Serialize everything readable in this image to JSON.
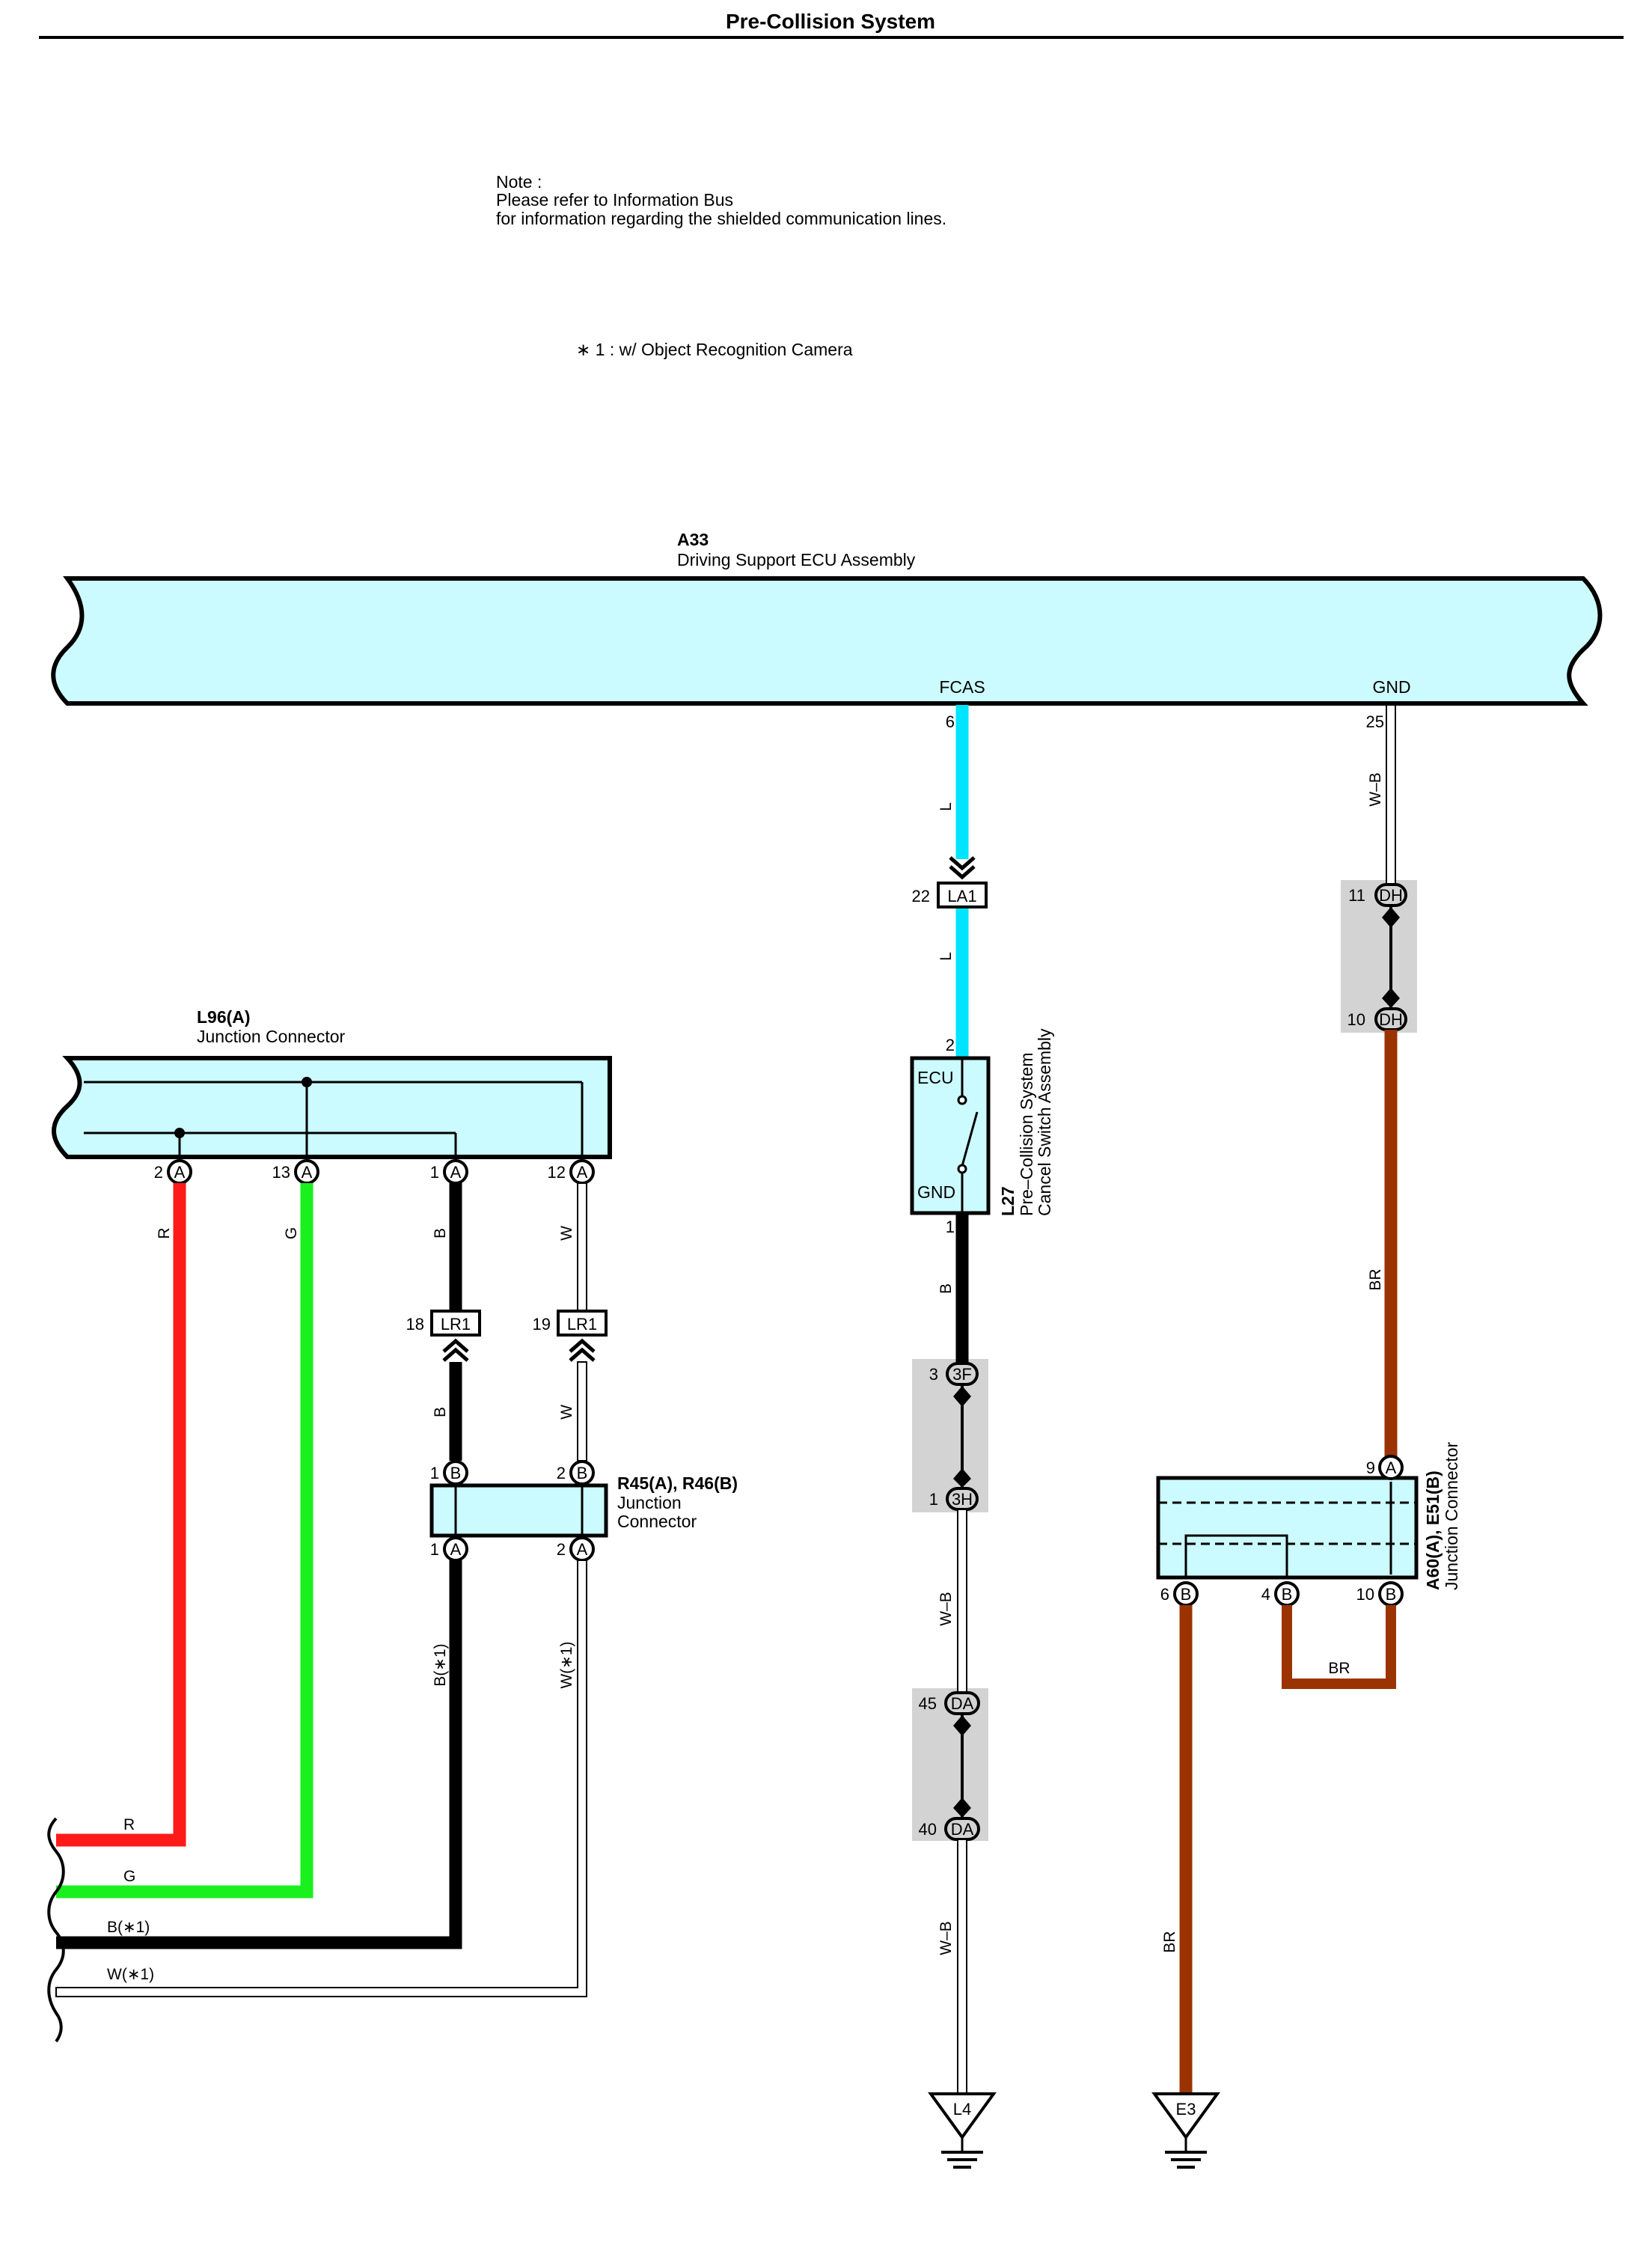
{
  "title": "Pre-Collision System",
  "note": {
    "line1": "Note :",
    "line2": "Please refer to Information Bus",
    "line3": "for information regarding the shielded communication lines.",
    "footnote": "∗ 1 : w/ Object Recognition Camera"
  },
  "ecu": {
    "code": "A33",
    "name": "Driving Support ECU Assembly",
    "fcas_label": "FCAS",
    "gnd_label": "GND",
    "fcas_pin": "6",
    "gnd_pin": "25"
  },
  "junction_l96": {
    "code": "L96(A)",
    "name": "Junction Connector",
    "pins": [
      "2",
      "13",
      "1",
      "12"
    ],
    "letter": "A"
  },
  "switch_l27": {
    "code": "L27",
    "name1": "Pre–Collision System",
    "name2": "Cancel Switch Assembly",
    "ecu_label": "ECU",
    "gnd_label": "GND",
    "pin_top": "2",
    "pin_bottom": "1"
  },
  "junction_r45": {
    "code": "R45(A), R46(B)",
    "name1": "Junction",
    "name2": "Connector",
    "top_pins": [
      "1",
      "2"
    ],
    "top_letter": "B",
    "bottom_pins": [
      "1",
      "2"
    ],
    "bottom_letter": "A"
  },
  "junction_a60": {
    "code": "A60(A), E51(B)",
    "name": "Junction Connector",
    "top_pin": "9",
    "top_letter": "A",
    "bottom_pins": [
      "6",
      "4",
      "10"
    ],
    "bottom_letter": "B"
  },
  "inline_connectors": {
    "la1": {
      "code": "LA1",
      "pin": "22"
    },
    "lr1_b": {
      "code": "LR1",
      "pin": "18"
    },
    "lr1_w": {
      "code": "LR1",
      "pin": "19"
    },
    "dh_top": {
      "code": "DH",
      "pin": "11"
    },
    "dh_bottom": {
      "code": "DH",
      "pin": "10"
    },
    "f3_top": {
      "code": "3F",
      "pin": "3"
    },
    "h3_bottom": {
      "code": "3H",
      "pin": "1"
    },
    "da_top": {
      "code": "DA",
      "pin": "45"
    },
    "da_bottom": {
      "code": "DA",
      "pin": "40"
    }
  },
  "grounds": {
    "left": "L4",
    "right": "E3"
  },
  "wire_colors": {
    "L": "L",
    "WB": "W–B",
    "BR": "BR",
    "R": "R",
    "G": "G",
    "B": "B",
    "W": "W",
    "B1": "B(∗1)",
    "W1": "W(∗1)"
  },
  "colors": {
    "block_fill": "#ccfbff",
    "wire_blue": "#00e5ff",
    "wire_red": "#ff1a1a",
    "wire_green": "#19f01e",
    "wire_brown": "#9b3300",
    "wire_black": "#000000",
    "shade": "#d3d3d3"
  }
}
